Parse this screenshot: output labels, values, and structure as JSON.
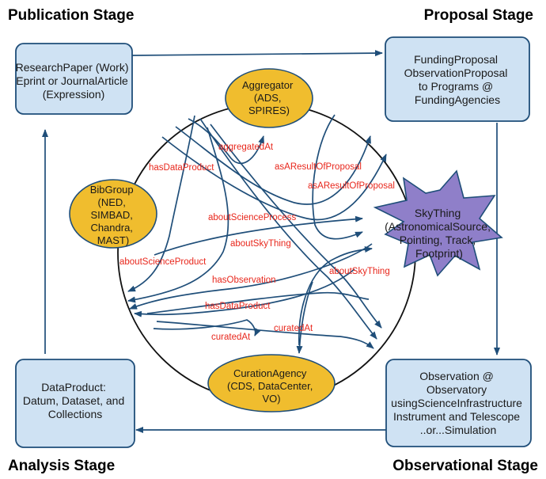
{
  "stages": {
    "publication": "Publication Stage",
    "proposal": "Proposal Stage",
    "analysis": "Analysis Stage",
    "observational": "Observational Stage"
  },
  "boxes": {
    "research": [
      "ResearchPaper (Work)",
      "Eprint or JournalArticle",
      "(Expression)"
    ],
    "funding": [
      "FundingProposal",
      "ObservationProposal",
      "to Programs @",
      "FundingAgencies"
    ],
    "dataproduct": [
      "DataProduct:",
      "Datum, Dataset, and",
      "Collections"
    ],
    "observation": [
      "Observation @",
      "Observatory",
      "usingScienceInfrastructure",
      "Instrument and Telescope",
      "..or...Simulation"
    ]
  },
  "nodes": {
    "aggregator": [
      "Aggregator",
      "(ADS,",
      "SPIRES)"
    ],
    "bibgroup": [
      "BibGroup",
      "(NED,",
      "SIMBAD,",
      "Chandra,",
      "MAST)"
    ],
    "curation": [
      "CurationAgency",
      "(CDS, DataCenter,",
      "VO)"
    ],
    "skything": [
      "SkyThing",
      "(AstronomicalSource,",
      "Pointing, Track,",
      "Footprint)"
    ]
  },
  "relations": {
    "aggregatedAt": "aggregatedAt",
    "hasDataProduct_top": "hasDataProduct",
    "asAResultOfProposal_1": "asAResultOfProposal",
    "asAResultOfProposal_2": "asAResultOfProposal",
    "aboutScienceProcess": "aboutScienceProcess",
    "aboutSkyThing_1": "aboutSkyThing",
    "aboutScienceProduct": "aboutScienceProduct",
    "aboutSkyThing_2": "aboutSkyThing",
    "hasObservation": "hasObservation",
    "hasDataProduct_bottom": "hasDataProduct",
    "curatedAt_1": "curatedAt",
    "curatedAt_2": "curatedAt"
  },
  "colors": {
    "box_fill": "#cfe2f3",
    "box_stroke": "#1f4e79",
    "node_fill": "#f0bd2e",
    "star_fill": "#8f7fc9",
    "arrow": "#1f4e79",
    "relation_text": "#e8271c"
  }
}
